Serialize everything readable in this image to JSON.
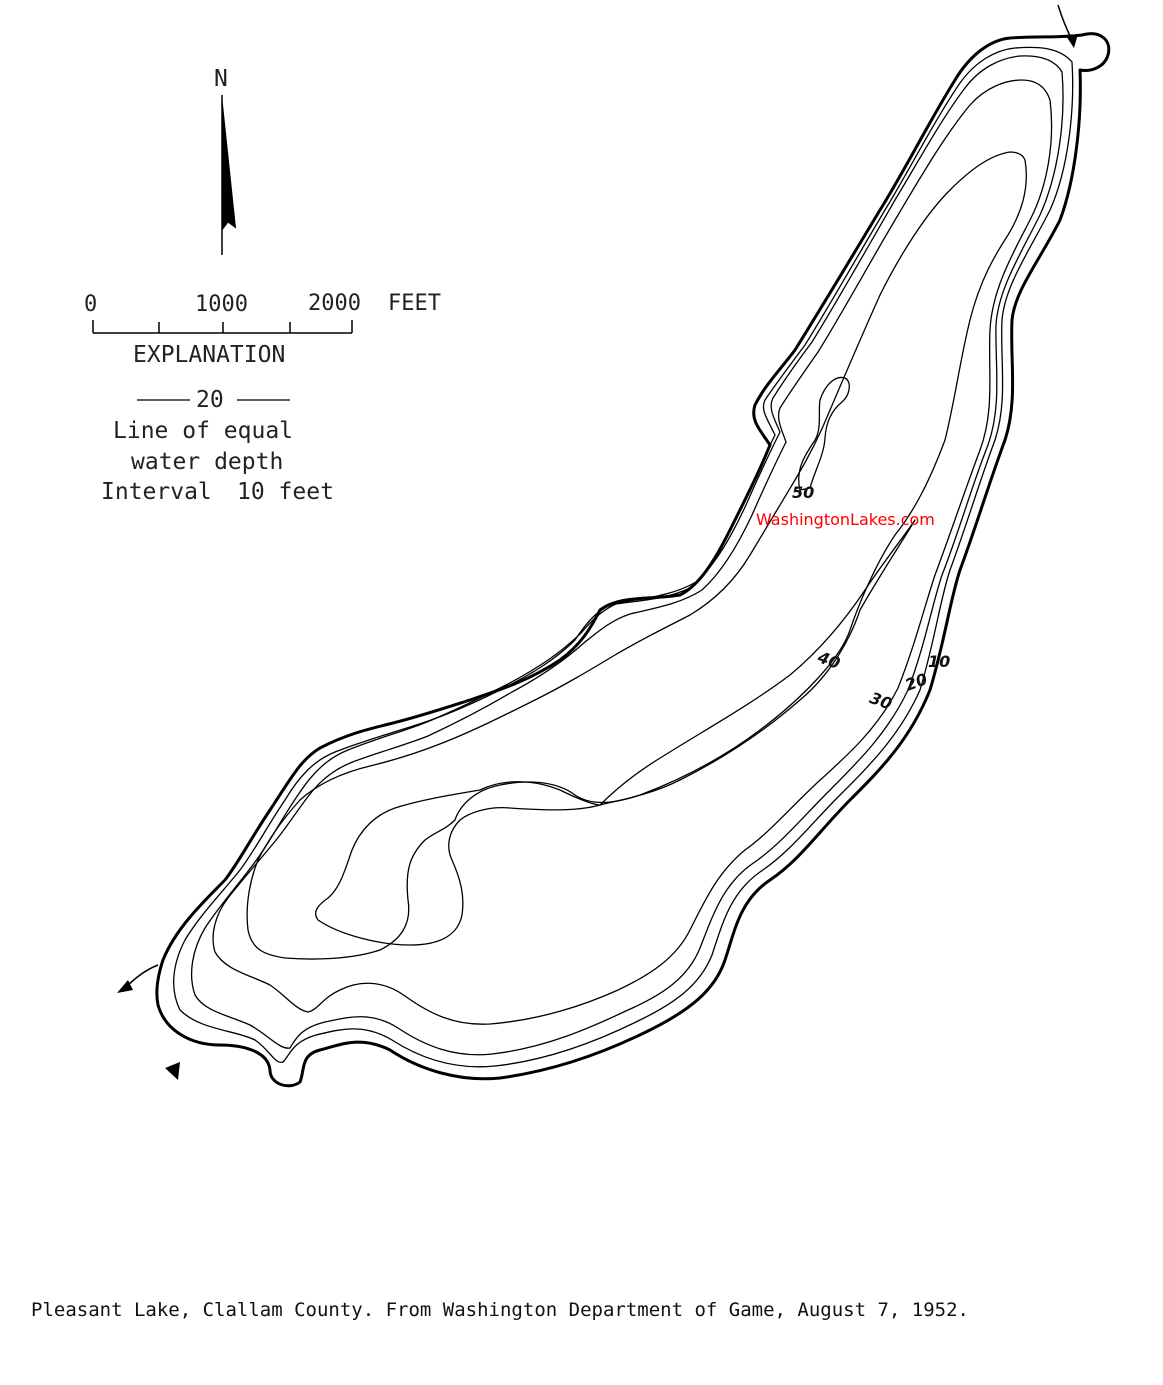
{
  "legend": {
    "north": "N",
    "scale": {
      "tick0": "0",
      "tick1": "1000",
      "tick2": "2000",
      "unit": "FEET"
    },
    "explanation_title": "EXPLANATION",
    "sample_contour": "20",
    "line1": "Line of equal",
    "line2": "water depth",
    "line3_a": "Interval",
    "line3_b": "10 feet"
  },
  "depth_labels": {
    "d10": "10",
    "d20": "20",
    "d30": "30",
    "d40": "40",
    "d50": "50"
  },
  "watermark": "WashingtonLakes.com",
  "caption": "Pleasant Lake, Clallam County.  From Washington Department of Game, August 7, 1952."
}
